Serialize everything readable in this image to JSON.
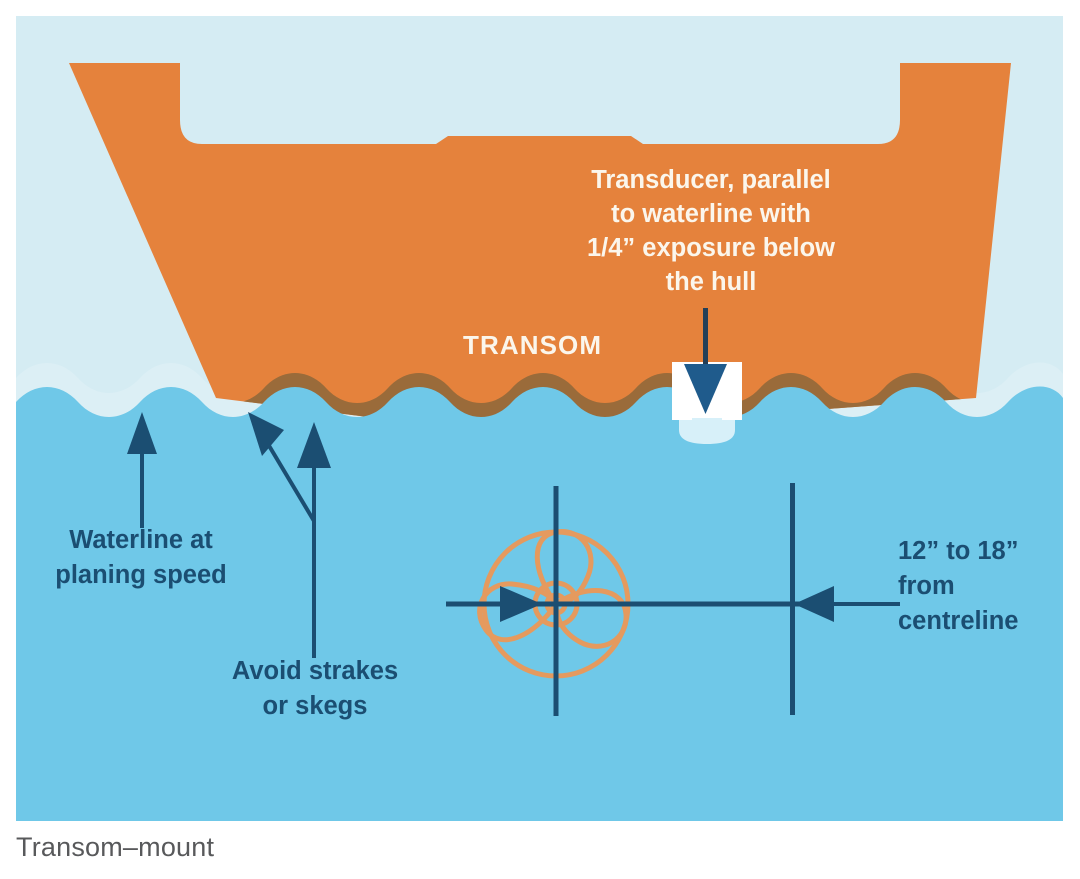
{
  "figure": {
    "caption": "Transom–mount",
    "title_semantic": "transom-mount transducer installation diagram"
  },
  "labels": {
    "transducer": "Transducer, parallel\nto waterline with\n1/4” exposure below\nthe hull",
    "transom": "TRANSOM",
    "waterline": "Waterline at\nplaning speed",
    "strakes": "Avoid strakes\nor skegs",
    "centreline": "12” to 18”\nfrom\ncentreline"
  },
  "measurements": {
    "exposure_below_hull": "1/4”",
    "offset_from_centreline_min": "12”",
    "offset_from_centreline_max": "18”"
  },
  "colors": {
    "sky": "#D5ECF3",
    "water": "#6FC8E8",
    "wave_foam": "#DCEFF5",
    "hull": "#E5823C",
    "hull_submerged": "#9A6B3A",
    "navy": "#1B4E72",
    "cream": "#FBF6EC",
    "propeller": "#E59A5E",
    "transducer_body": "#FFFFFF",
    "caption_text": "#58595B",
    "page_background": "#FFFFFF"
  },
  "parts": {
    "hull": "boat hull cross-section",
    "transducer": "transom-mounted transducer",
    "propeller": "three-blade propeller",
    "centreline_marker": "vertical centreline tick",
    "offset_marker": "vertical offset tick"
  },
  "annotations": {
    "arrow_transducer": "arrow pointing down to transducer",
    "arrow_waterline": "arrow pointing up to waterline",
    "arrow_strake_diagonal": "arrow pointing up-left to strake",
    "arrow_strake_vertical": "arrow pointing up to strake",
    "arrow_offset": "arrow pointing left to centreline offset"
  }
}
